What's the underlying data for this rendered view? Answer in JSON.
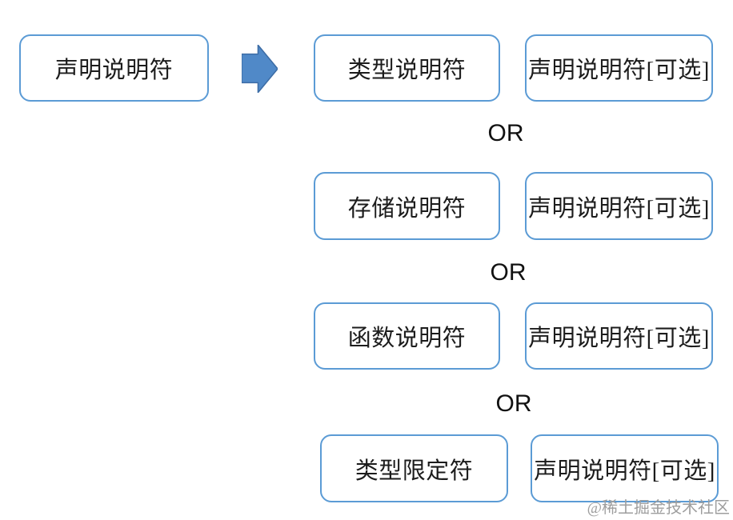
{
  "colors": {
    "box_border": "#5B9BD5",
    "box_fill": "#ffffff",
    "text": "#1c1c1c",
    "arrow_fill": "#5089C8",
    "arrow_border": "#3D6DA6",
    "or_text": "#111111",
    "watermark": "#9e9e9e",
    "background": "#ffffff"
  },
  "diagram": {
    "source": {
      "label": "声明说明符"
    },
    "or_label": "OR",
    "rows": [
      {
        "primary": "类型说明符",
        "optional": "声明说明符[可选]"
      },
      {
        "primary": "存储说明符",
        "optional": "声明说明符[可选]"
      },
      {
        "primary": "函数说明符",
        "optional": "声明说明符[可选]"
      },
      {
        "primary": "类型限定符",
        "optional": "声明说明符[可选]"
      }
    ]
  },
  "watermark": {
    "text": "@稀土掘金技术社区"
  }
}
